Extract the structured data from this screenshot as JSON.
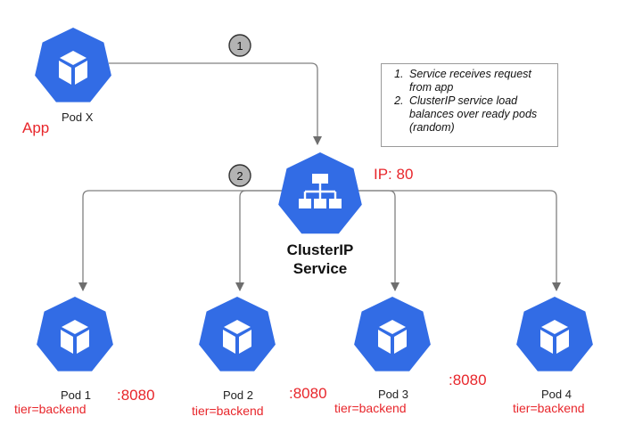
{
  "app_pod": {
    "name": "Pod X",
    "role_label": "App"
  },
  "service": {
    "name_line1": "ClusterIP",
    "name_line2": "Service",
    "ip_label": "IP: 80"
  },
  "steps": [
    {
      "number": "1"
    },
    {
      "number": "2"
    }
  ],
  "notes": [
    "Service receives request from app",
    "ClusterIP service load balances over ready pods (random)"
  ],
  "backend_pods": [
    {
      "name": "Pod 1",
      "tier": "tier=backend",
      "port": ":8080"
    },
    {
      "name": "Pod 2",
      "tier": "tier=backend",
      "port": ":8080"
    },
    {
      "name": "Pod 3",
      "tier": "tier=backend",
      "port": ":8080"
    },
    {
      "name": "Pod 4",
      "tier": "tier=backend"
    }
  ],
  "colors": {
    "k8s_blue": "#326ce5",
    "label_red": "#e8262b",
    "connector_gray": "#808080",
    "step_circle_fill": "#b3b3b3"
  },
  "icons": {
    "pod": "pod-cube-icon",
    "service": "service-network-icon"
  }
}
